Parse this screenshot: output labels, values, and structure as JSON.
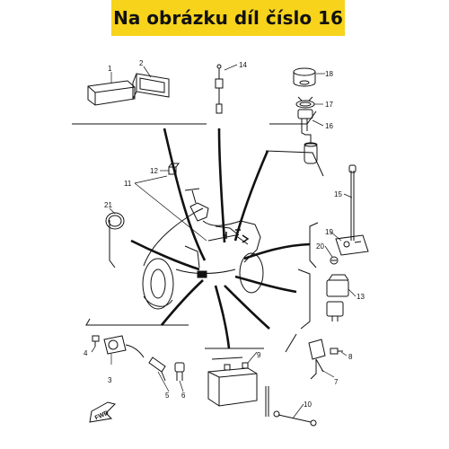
{
  "banner": {
    "text": "Na obrázku díl číslo 16",
    "color": "#f7d31b"
  },
  "fwd_label": "FWD",
  "callouts": {
    "c1": "1",
    "c2": "2",
    "c3": "3",
    "c4": "4",
    "c5": "5",
    "c6": "6",
    "c7": "7",
    "c8": "8",
    "c9": "9",
    "c10": "10",
    "c11": "11",
    "c12": "12",
    "c13": "13",
    "c14": "14",
    "c15": "15",
    "c16": "16",
    "c17": "17",
    "c18": "18",
    "c19": "19",
    "c20": "20",
    "c21": "21"
  }
}
